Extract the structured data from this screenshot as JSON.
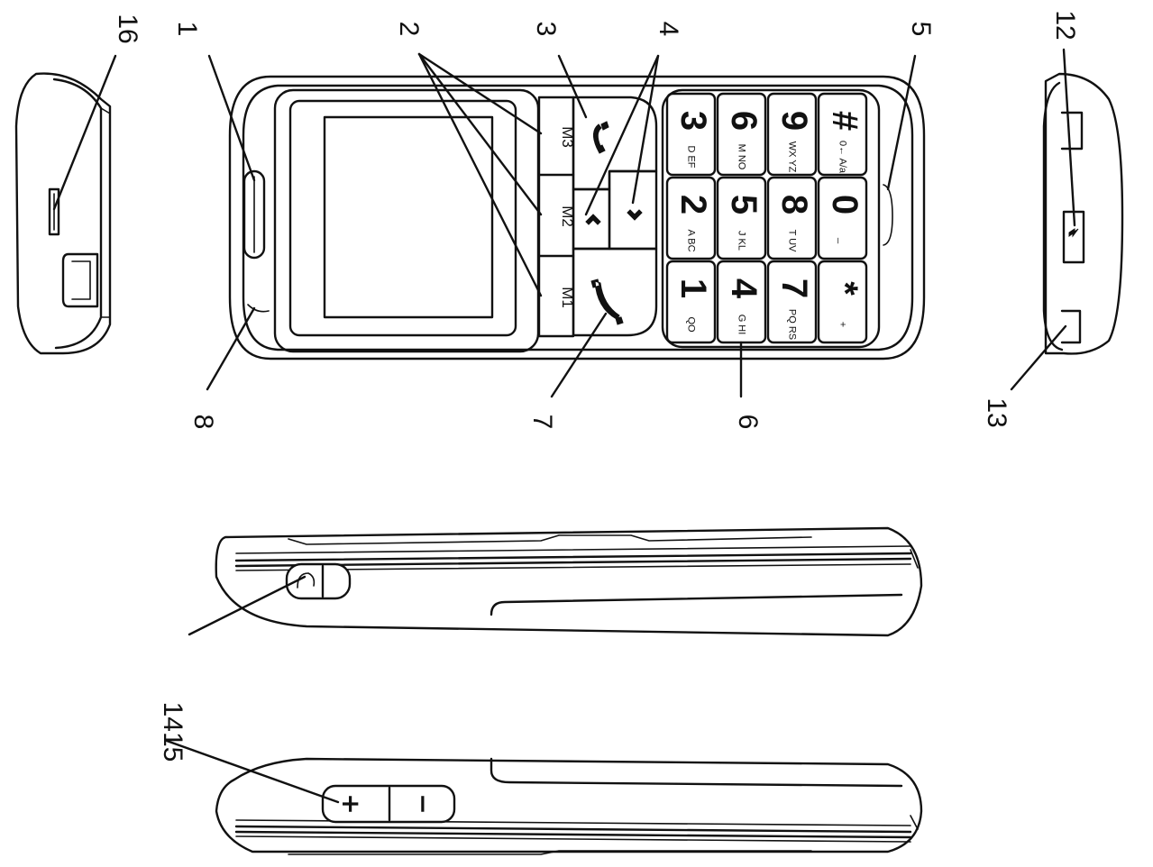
{
  "callouts": {
    "c1": "1",
    "c2": "2",
    "c3": "3",
    "c4": "4",
    "c5": "5",
    "c6": "6",
    "c7": "7",
    "c8": "8",
    "c12": "12",
    "c13": "13",
    "c16": "16",
    "c1415": "1415"
  },
  "memory_keys": {
    "m1": "M1",
    "m2": "M2",
    "m3": "M3"
  },
  "keypad": [
    {
      "digit": "1",
      "letters": "QO"
    },
    {
      "digit": "2",
      "letters": "A BC"
    },
    {
      "digit": "3",
      "letters": "D EF"
    },
    {
      "digit": "4",
      "letters": "G HI"
    },
    {
      "digit": "5",
      "letters": "J KL"
    },
    {
      "digit": "6",
      "letters": "M NO"
    },
    {
      "digit": "7",
      "letters": "PQ RS"
    },
    {
      "digit": "8",
      "letters": "T UV"
    },
    {
      "digit": "9",
      "letters": "WX YZ"
    },
    {
      "digit": "*",
      "letters": "+"
    },
    {
      "digit": "0",
      "letters": "_"
    },
    {
      "digit": "#",
      "letters": "0← A/a"
    }
  ],
  "volume": {
    "plus": "+",
    "minus": "−"
  },
  "icons": {
    "call": "phone-call-icon",
    "end": "phone-end-icon",
    "up": "chevron-up-icon",
    "down": "chevron-down-icon",
    "usb": "usb-icon",
    "headset": "headset-icon"
  }
}
